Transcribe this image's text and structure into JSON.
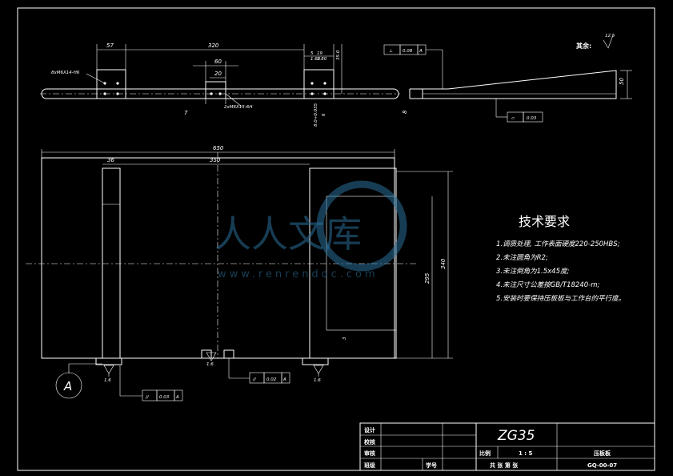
{
  "top_view": {
    "dims": {
      "d57": "57",
      "d320": "320",
      "d60": "60",
      "d20": "20",
      "d7": "7",
      "d8": "8",
      "d50": "50"
    },
    "holes_label_left": "8xM6X14-H6",
    "holes_label_center": "2xM6X15-6H",
    "right_small_dims": [
      "5",
      "19",
      "1.60",
      "1.80",
      "35.0"
    ],
    "right_vertical_dims": [
      "8.0+0.035",
      "6"
    ],
    "flatness_tol": {
      "symbol": "▱",
      "value": "0.03"
    },
    "parallel_tol": {
      "symbol": "⊥",
      "value": "0.08",
      "datum": "A"
    }
  },
  "surface_note": {
    "label": "其余:",
    "value": "12.5"
  },
  "front_view": {
    "dims": {
      "d650": "650",
      "d36": "36",
      "d350": "350",
      "d340": "340",
      "d295": "295",
      "d3": "3"
    },
    "roughness": [
      "1.6",
      "1.6",
      "1.6"
    ],
    "parallel_tol_mid": {
      "symbol": "//",
      "value": "0.02",
      "datum": "A"
    },
    "parallel_tol_left": {
      "symbol": "//",
      "value": "0.03",
      "datum": "A"
    },
    "datum_label": "A"
  },
  "tech_req": {
    "title": "技术要求",
    "items": [
      "1.调质处理, 工作表面硬度220-250HBS;",
      "2.未注圆角为R2;",
      "3.未注倒角为1.5x45度;",
      "4.未注尺寸公差按GB/T18240-m;",
      "5.安装时要保持压板板与工作台的平行度。"
    ]
  },
  "watermark": {
    "text": "人人文库",
    "url": "www.renrendoc.com"
  },
  "title_block": {
    "material": "ZG35",
    "scale_label": "比例",
    "scale_value": "1 : 5",
    "part_name": "压板板",
    "sheets_label": "共   张   第   张",
    "drawing_no": "GQ-00-07",
    "rows": [
      "设计",
      "校核",
      "审核",
      "班级"
    ],
    "student_no_label": "学号"
  }
}
